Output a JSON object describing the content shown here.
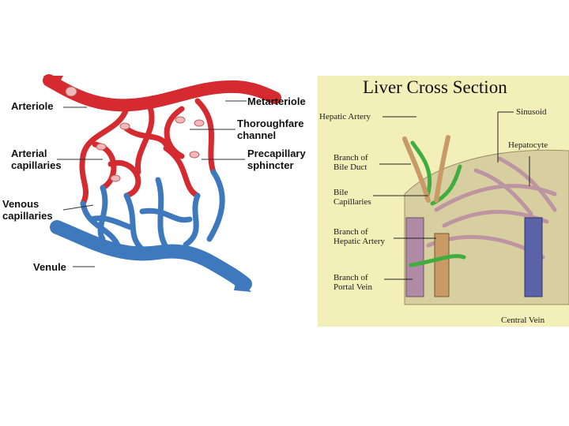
{
  "left_diagram": {
    "labels": {
      "arteriole": "Arteriole",
      "metarteriole": "Metarteriole",
      "thoroughfare_1": "Thoroughfare",
      "thoroughfare_2": "channel",
      "arterial_1": "Arterial",
      "arterial_2": "capillaries",
      "precapillary_1": "Precapillary",
      "precapillary_2": "sphincter",
      "venous_1": "Venous",
      "venous_2": "capillaries",
      "venule": "Venule"
    },
    "colors": {
      "artery": "#d42a30",
      "vein": "#3f79bd",
      "sphincter": "#f0b8b8"
    }
  },
  "right_diagram": {
    "title": "Liver Cross Section",
    "labels": {
      "hepatic_artery": "Hepatic Artery",
      "sinusoid": "Sinusoid",
      "hepatocyte": "Hepatocyte",
      "bile_duct_1": "Branch of",
      "bile_duct_2": "Bile Duct",
      "bile_cap_1": "Bile",
      "bile_cap_2": "Capillaries",
      "branch_artery_1": "Branch of",
      "branch_artery_2": "Hepatic Artery",
      "portal_1": "Branch of",
      "portal_2": "Portal Vein",
      "central_vein": "Central Vein"
    },
    "colors": {
      "background": "#f2efb9",
      "bile": "#3fae3f",
      "central_vein": "#5a63a8",
      "portal": "#c79a66",
      "tissue": "#b98aa3"
    }
  }
}
